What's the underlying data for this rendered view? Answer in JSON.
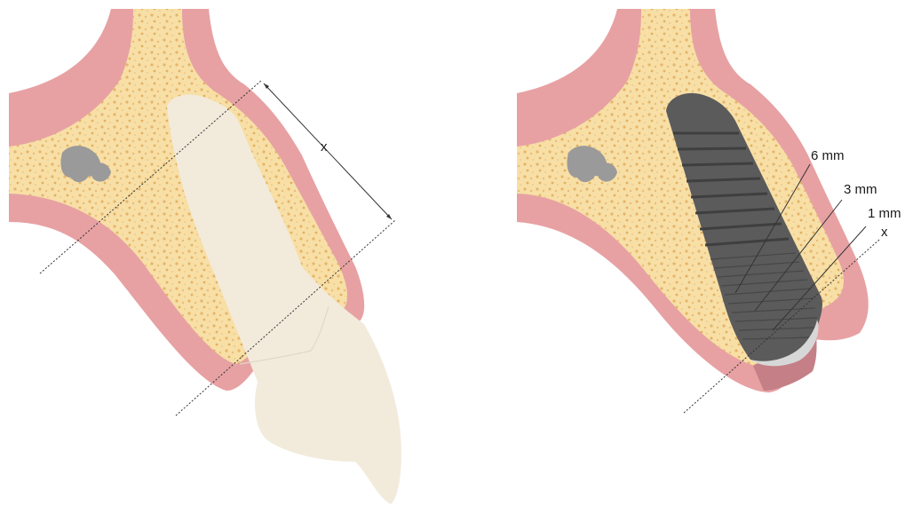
{
  "left_panel": {
    "dimension_label": "x"
  },
  "right_panel": {
    "labels": [
      "6 mm",
      "3 mm",
      "1 mm",
      "x"
    ]
  },
  "colors": {
    "gingiva": "#e7a1a3",
    "gingiva_inner": "#f1b6b6",
    "bone": "#f7dfa6",
    "bone_pores": "#e7b86a",
    "tooth": "#f2ebdc",
    "implant": "#5b5b5b",
    "nerve": "#9a9a9a"
  }
}
